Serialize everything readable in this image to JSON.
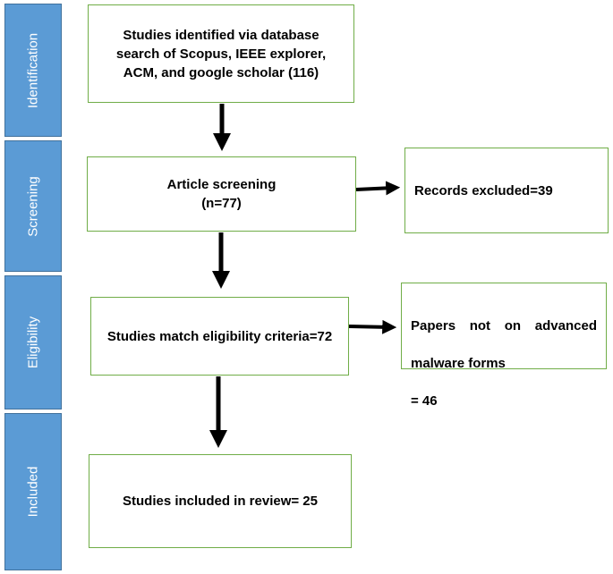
{
  "phases": [
    {
      "label": "Identification"
    },
    {
      "label": "Screening"
    },
    {
      "label": "Eligibility"
    },
    {
      "label": "Included"
    }
  ],
  "boxes": {
    "identified": "Studies identified via database\nsearch  of Scopus, IEEE explorer,\nACM, and google scholar (116)",
    "screening": "Article screening\n(n=77)",
    "excluded": "Records excluded=39",
    "eligibility": "Studies match eligibility criteria=72",
    "not_advanced_line1": "Papers   not   on   advanced",
    "not_advanced_line2": "malware forms",
    "not_advanced_line3": "= 46",
    "included": "Studies included in review= 25"
  },
  "colors": {
    "phase_fill": "#5b9bd5",
    "box_border": "#70ad47",
    "arrow": "#000000"
  }
}
